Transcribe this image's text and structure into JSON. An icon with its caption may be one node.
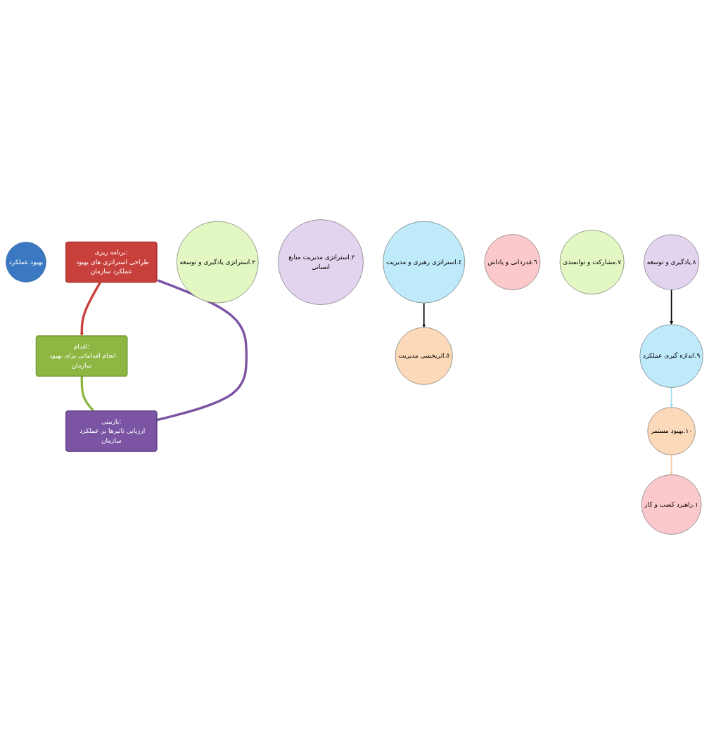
{
  "diagram": {
    "nodes": [
      {
        "text": [
          "بهبود عملکرد"
        ]
      },
      {
        "text": [
          "برنامه ریزی:",
          "طراحی استراتژی های بهبود عملکرد سازمان"
        ]
      },
      {
        "text": [
          "اقدام:",
          "انجام اقداماتی برای بهبود سازمان"
        ]
      },
      {
        "text": [
          "بازبینی:",
          "ارزیابی تاثیرها بر عملکرد سازمان"
        ]
      },
      {
        "text": [
          "١.راهبرد کسب و کار"
        ]
      },
      {
        "text": [
          "٢.استراتژی یادگیری و توسعه"
        ]
      },
      {
        "text": [
          "٣.استراتژی مدیریت منابع انسانی"
        ]
      },
      {
        "text": [
          "٤.استراتژی رهبری و مدیریت"
        ]
      },
      {
        "text": [
          "٥.اثربخشی مدیریت"
        ]
      },
      {
        "text": [
          "٦.قدردانی و پاداش"
        ]
      },
      {
        "text": [
          "٧.مشارکت و توانمندی"
        ]
      },
      {
        "text": [
          "٨.یادگیری و توسعه"
        ]
      },
      {
        "text": [
          "٩.اندازه گیری عملکرد"
        ]
      },
      {
        "text": [
          "١٠.بهبود مستمر"
        ]
      }
    ],
    "edges": [
      {
        "from": 3,
        "to": 1,
        "arrow": "to",
        "style": "thick",
        "color": "#7b55a3"
      },
      {
        "from": 1,
        "to": 2,
        "arrow": "to",
        "style": "thick",
        "color": "#c8403c"
      },
      {
        "from": 2,
        "to": 3,
        "arrow": "to",
        "style": "thick",
        "color": "#8db642"
      },
      {
        "from": 7,
        "to": 8,
        "arrow": "to"
      },
      {
        "from": 11,
        "to": 12,
        "arrow": "to"
      },
      {
        "from": 12,
        "to": 13,
        "arrow": "to",
        "color": "#9fdcf5"
      },
      {
        "from": 13,
        "to": 4,
        "arrow": "to",
        "color": "#f9c9a0"
      }
    ]
  }
}
